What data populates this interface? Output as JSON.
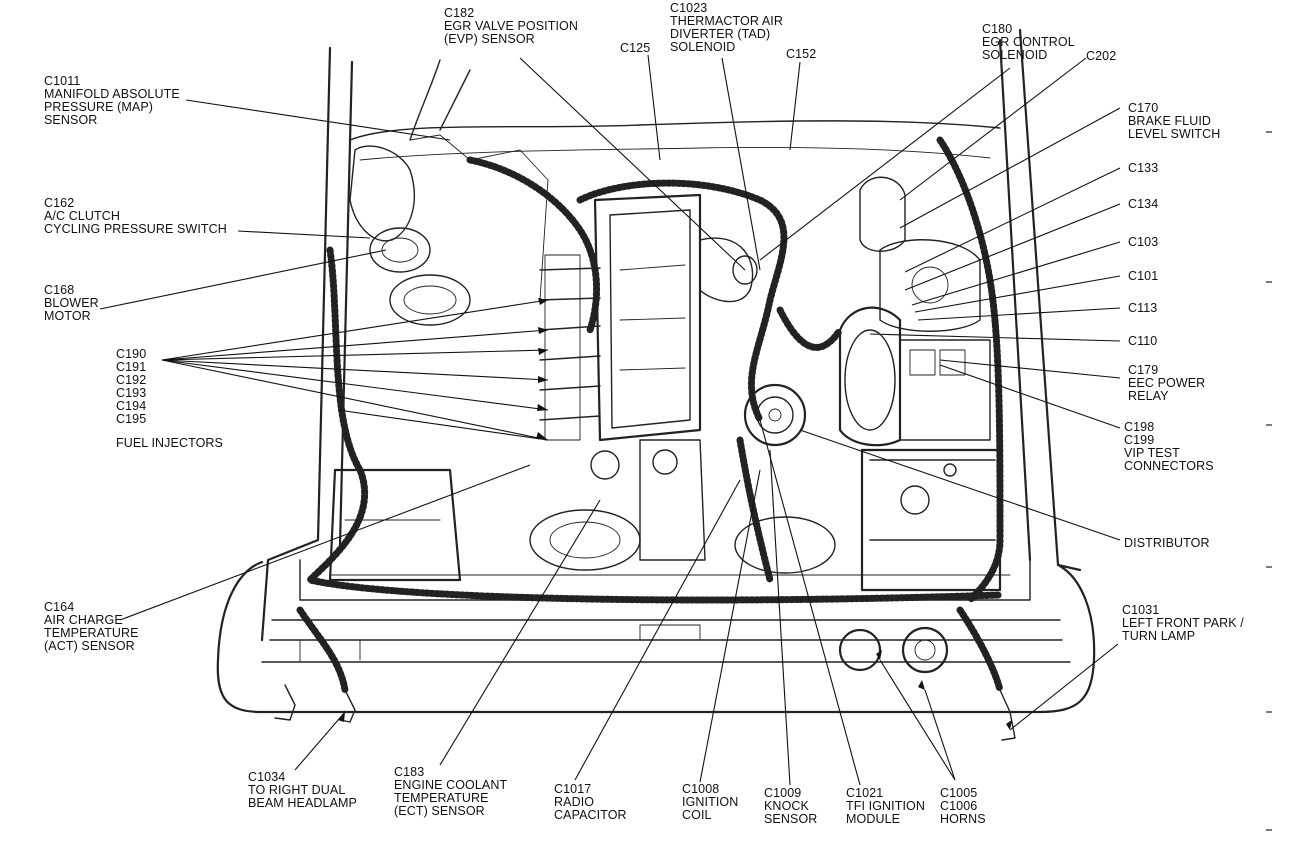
{
  "labels": [
    {
      "id": "c1011",
      "lines": [
        "C1011",
        "MANIFOLD ABSOLUTE",
        "PRESSURE (MAP)",
        "SENSOR"
      ]
    },
    {
      "id": "c162",
      "lines": [
        "C162",
        "A/C CLUTCH",
        "CYCLING PRESSURE SWITCH"
      ]
    },
    {
      "id": "c168",
      "lines": [
        "C168",
        "BLOWER",
        "MOTOR"
      ]
    },
    {
      "id": "c190",
      "lines": [
        "C190",
        "C191",
        "C192",
        "C193",
        "C194",
        "C195"
      ]
    },
    {
      "id": "fuel",
      "lines": [
        "FUEL INJECTORS"
      ]
    },
    {
      "id": "c164",
      "lines": [
        "C164",
        "AIR CHARGE",
        "TEMPERATURE",
        "(ACT) SENSOR"
      ]
    },
    {
      "id": "c182",
      "lines": [
        "C182",
        "EGR VALVE POSITION",
        "(EVP) SENSOR"
      ]
    },
    {
      "id": "c1023",
      "lines": [
        "C1023",
        "THERMACTOR AIR",
        "DIVERTER (TAD)",
        "SOLENOID"
      ]
    },
    {
      "id": "c125",
      "lines": [
        "C125"
      ]
    },
    {
      "id": "c152",
      "lines": [
        "C152"
      ]
    },
    {
      "id": "c180",
      "lines": [
        "C180",
        "EGR CONTROL",
        "SOLENOID"
      ]
    },
    {
      "id": "c202",
      "lines": [
        "C202"
      ]
    },
    {
      "id": "c170",
      "lines": [
        "C170",
        "BRAKE FLUID",
        "LEVEL SWITCH"
      ]
    },
    {
      "id": "c133",
      "lines": [
        "C133"
      ]
    },
    {
      "id": "c134",
      "lines": [
        "C134"
      ]
    },
    {
      "id": "c103",
      "lines": [
        "C103"
      ]
    },
    {
      "id": "c101",
      "lines": [
        "C101"
      ]
    },
    {
      "id": "c113",
      "lines": [
        "C113"
      ]
    },
    {
      "id": "c110",
      "lines": [
        "C110"
      ]
    },
    {
      "id": "c179",
      "lines": [
        "C179",
        "EEC POWER",
        "RELAY"
      ]
    },
    {
      "id": "c198",
      "lines": [
        "C198",
        "C199",
        "VIP TEST",
        "CONNECTORS"
      ]
    },
    {
      "id": "distributor",
      "lines": [
        "DISTRIBUTOR"
      ]
    },
    {
      "id": "c1031",
      "lines": [
        "C1031",
        "LEFT FRONT PARK /",
        "TURN LAMP"
      ]
    },
    {
      "id": "c1034",
      "lines": [
        "C1034",
        "TO RIGHT DUAL",
        "BEAM HEADLAMP"
      ]
    },
    {
      "id": "c183",
      "lines": [
        "C183",
        "ENGINE COOLANT",
        "TEMPERATURE",
        "(ECT) SENSOR"
      ]
    },
    {
      "id": "c1017",
      "lines": [
        "C1017",
        "RADIO",
        "CAPACITOR"
      ]
    },
    {
      "id": "c1008",
      "lines": [
        "C1008",
        "IGNITION",
        "COIL"
      ]
    },
    {
      "id": "c1009",
      "lines": [
        "C1009",
        "KNOCK",
        "SENSOR"
      ]
    },
    {
      "id": "c1021",
      "lines": [
        "C1021",
        "TFI IGNITION",
        "MODULE"
      ]
    },
    {
      "id": "c1005",
      "lines": [
        "C1005",
        "C1006",
        "HORNS"
      ]
    }
  ]
}
